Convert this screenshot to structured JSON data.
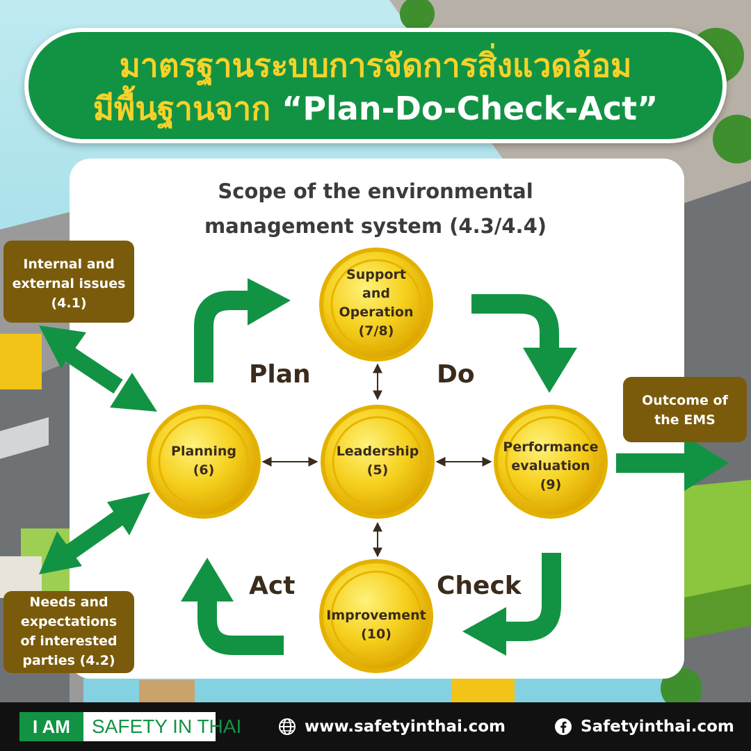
{
  "header": {
    "title_line1": "มาตรฐานระบบการจัดการสิ่งแวดล้อม",
    "title_line2_thai": "มีพื้นฐานจาก ",
    "title_line2_en": "“Plan-Do-Check-Act”"
  },
  "scope": {
    "line1": "Scope of the environmental",
    "line2": "management system (4.3/4.4)"
  },
  "nodes": {
    "support": {
      "line1": "Support",
      "line2": "and",
      "line3": "Operation",
      "line4": "(7/8)"
    },
    "planning": {
      "line1": "Planning",
      "line2": "(6)"
    },
    "leadership": {
      "line1": "Leadership",
      "line2": "(5)"
    },
    "performance": {
      "line1": "Performance",
      "line2": "evaluation",
      "line3": "(9)"
    },
    "improvement": {
      "line1": "Improvement",
      "line2": "(10)"
    }
  },
  "phases": {
    "plan": "Plan",
    "do": "Do",
    "check": "Check",
    "act": "Act"
  },
  "inputs": {
    "issues": {
      "line1": "Internal and",
      "line2": "external issues",
      "line3": "(4.1)"
    },
    "needs": {
      "line1": "Needs and",
      "line2": "expectations",
      "line3": "of interested",
      "line4": "parties (4.2)"
    }
  },
  "output": {
    "line1": "Outcome of",
    "line2": "the EMS"
  },
  "footer": {
    "brand_iam": "I AM",
    "brand_rest": "SAFETY IN THAI",
    "website": "www.safetyinthai.com",
    "facebook": "Safetyinthai.com"
  },
  "colors": {
    "green": "#129344",
    "yellow_title": "#f6d22a",
    "coin_gold": "#f3c814",
    "box_brown": "#7a5b0b",
    "footer_black": "#111111"
  }
}
